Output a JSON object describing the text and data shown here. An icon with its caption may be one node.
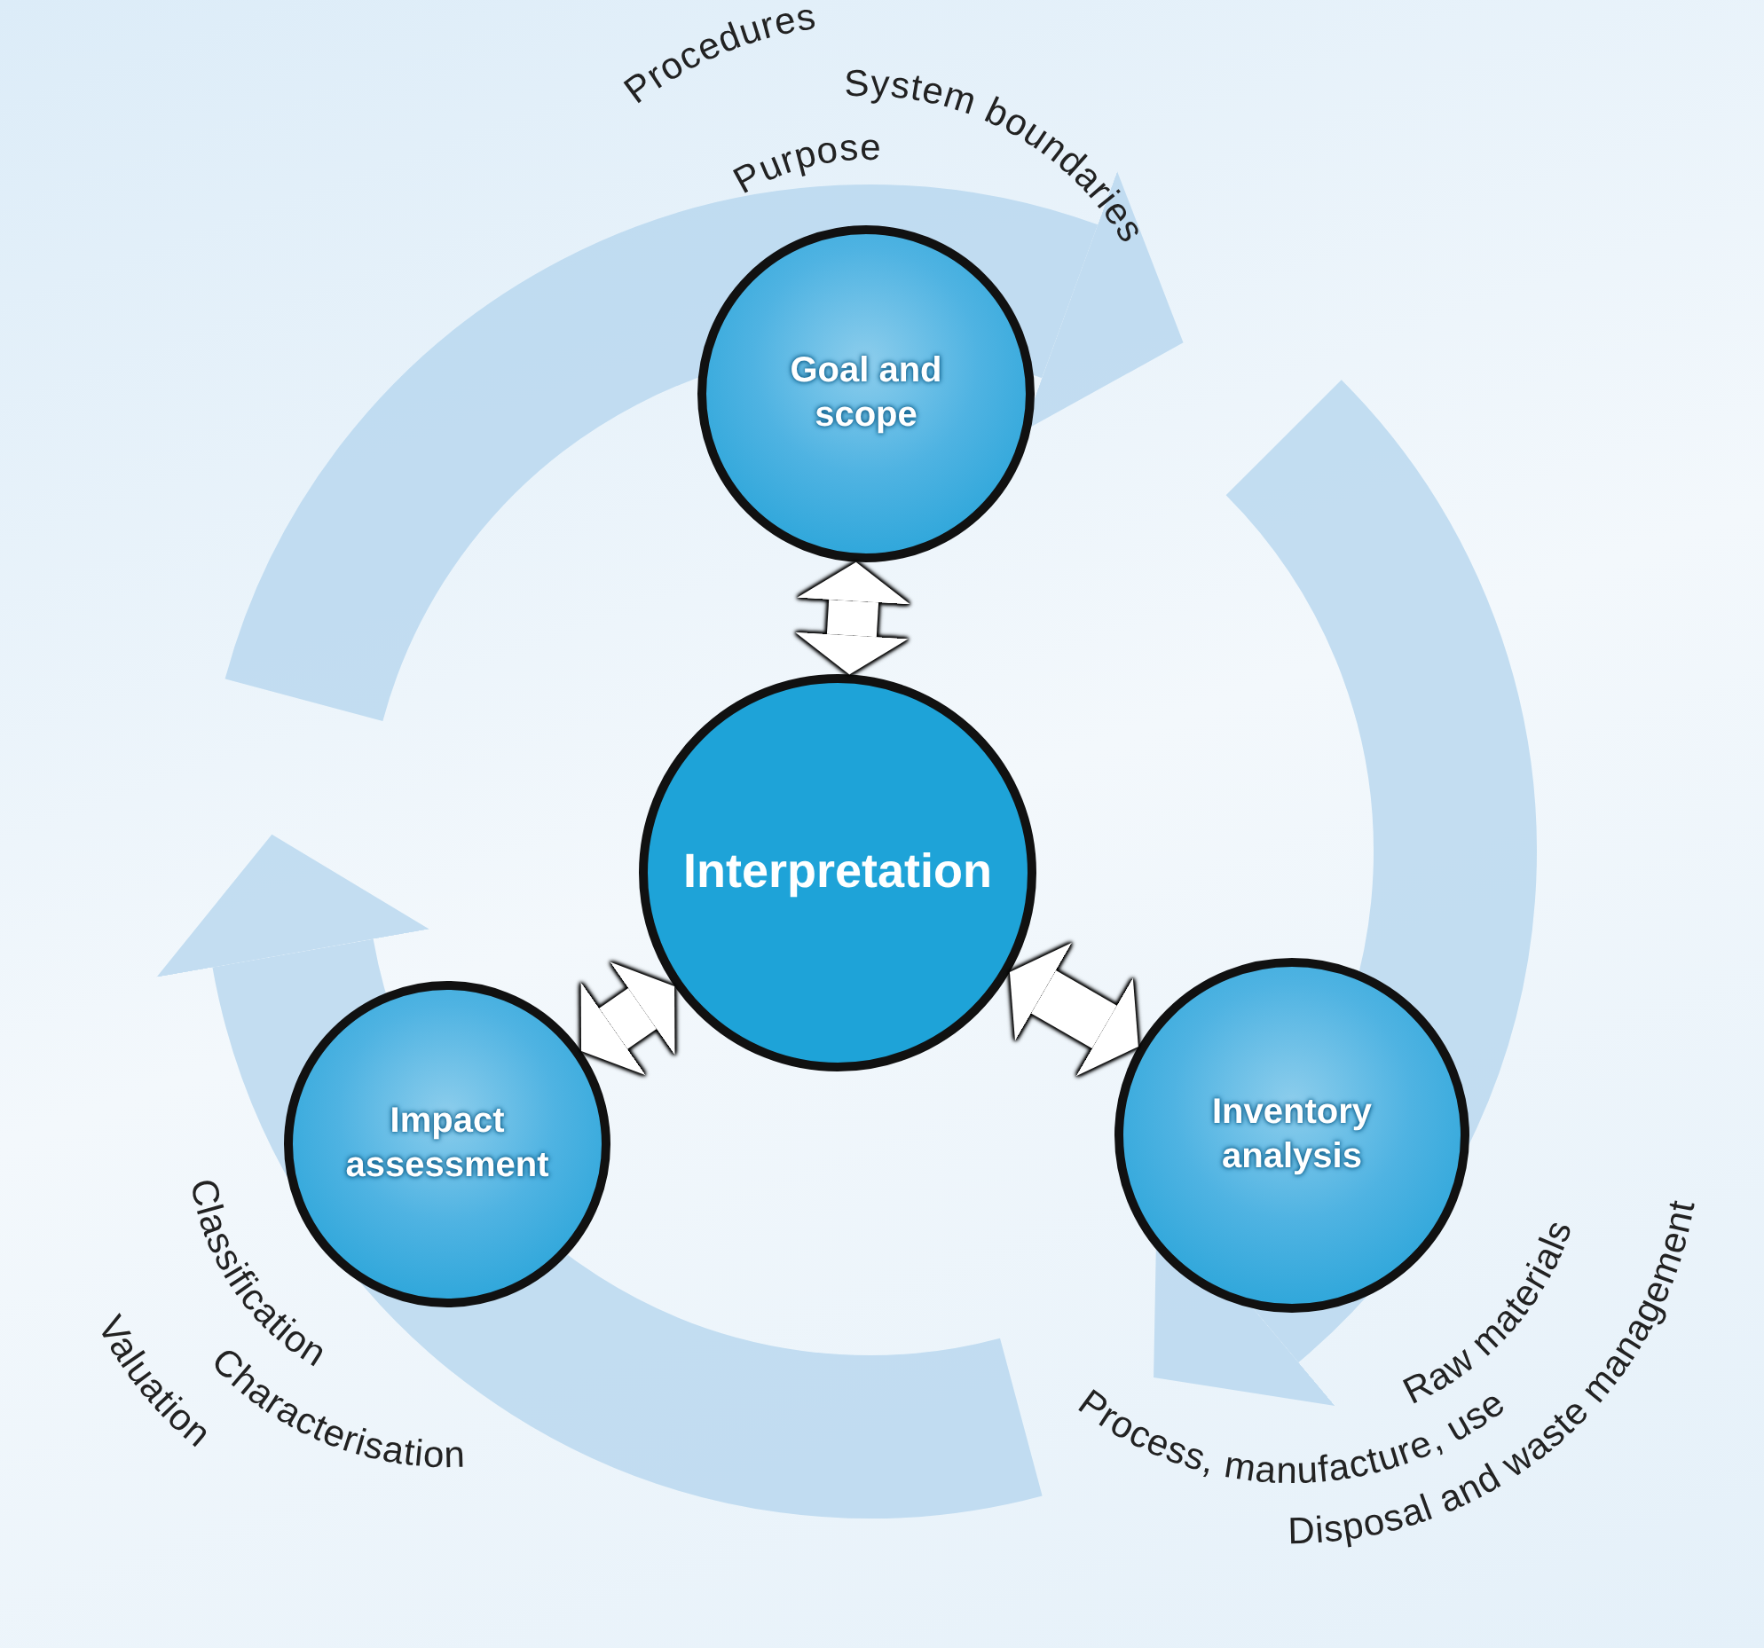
{
  "diagram": {
    "nodes": [
      {
        "text": [
          "Goal and scope"
        ],
        "beside": [
          "Procedures",
          "System boundaries",
          "Purpose"
        ]
      },
      {
        "text": [
          "Interpretation"
        ]
      },
      {
        "text": [
          "Impact assessment"
        ],
        "beside": [
          "Classification",
          "Characterisation",
          "Valuation"
        ]
      },
      {
        "text": [
          "Inventory analysis"
        ],
        "beside": [
          "Raw materials",
          "Process, manufacture, use",
          "Disposal and waste management"
        ]
      }
    ],
    "edges": [
      {
        "from": 1,
        "to": 0,
        "arrow": "both"
      },
      {
        "from": 1,
        "to": 2,
        "arrow": "both"
      },
      {
        "from": 1,
        "to": 3,
        "arrow": "both"
      }
    ]
  }
}
